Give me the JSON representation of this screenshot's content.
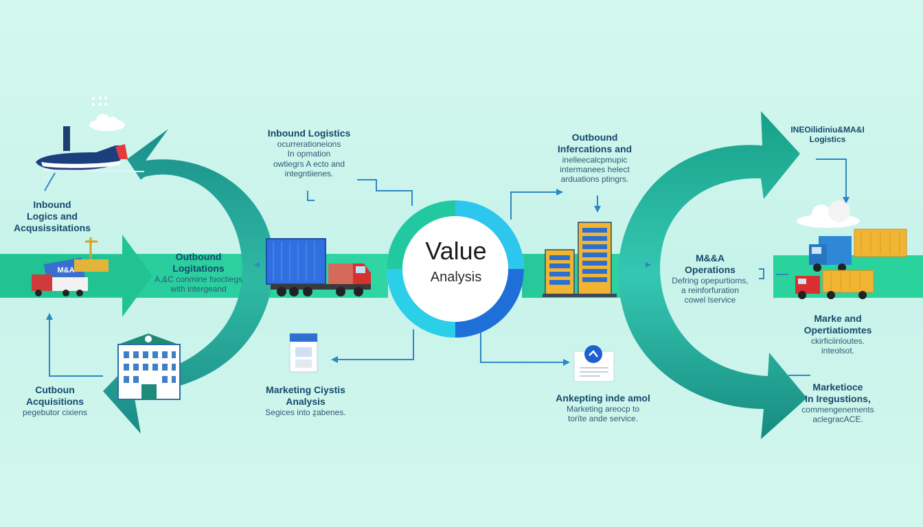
{
  "center": {
    "title": "Value",
    "subtitle": "Analysis"
  },
  "labels": {
    "inbound_logistics": {
      "title": "Inbound Logistics",
      "lines": [
        "ocurrerationeions",
        "In opmation",
        "owtiegrs A ecto and",
        "integntiienes."
      ]
    },
    "inbound_logics": {
      "title_lines": [
        "Inbound",
        "Logics and",
        "Acqusissitations"
      ]
    },
    "outbound_logitations": {
      "title_lines": [
        "Outbound",
        "Logitations"
      ],
      "lines": [
        "A,&C conmine fooctiegs",
        "with intergeand"
      ]
    },
    "outbound_acquisitions": {
      "title_lines": [
        "Cutboun",
        "Acquisitions"
      ],
      "lines": [
        "pegebutor cixiens"
      ]
    },
    "marketing_analysis": {
      "title_lines": [
        "Marketing Ciystis",
        "Analysis"
      ],
      "lines": [
        "Segices into ẕabenes."
      ]
    },
    "outbound_interfecations": {
      "title_lines": [
        "Outbound",
        "Infercations and"
      ],
      "lines": [
        "inelleecalcpmupic",
        "intermanees helect",
        "arduations ptingrs."
      ]
    },
    "inbound_top_right": {
      "title_lines": [
        "INEOilidiniu&MA&I",
        "Logistics"
      ]
    },
    "ma_operations": {
      "title_lines": [
        "M&&A",
        "Operations"
      ],
      "lines": [
        "Defring opepurtioms,",
        "a reinforfuration",
        "cowel lservice"
      ]
    },
    "ankepting": {
      "title_lines": [
        "Ankepting inde amol"
      ],
      "lines": [
        "Marketing areocp to",
        "torïte ande service."
      ]
    },
    "marke_operations": {
      "title_lines": [
        "Marke and",
        "Opertiatiomtes"
      ],
      "lines": [
        "ckirficiinloutes.",
        "inteolsot."
      ]
    },
    "marketioce": {
      "title_lines": [
        "Marketioce",
        "In Iregustions,"
      ],
      "lines": [
        "commengenements",
        "aclegracACE."
      ]
    }
  },
  "icons": {
    "truck_badge": "M&A"
  },
  "colors": {
    "background": "#cdf5ec",
    "arrow_teal": "#1aa58f",
    "band_green": "#2ecf98",
    "ring_blue": "#1f73d8",
    "ring_cyan": "#29c8e8",
    "title_navy": "#15496b"
  }
}
